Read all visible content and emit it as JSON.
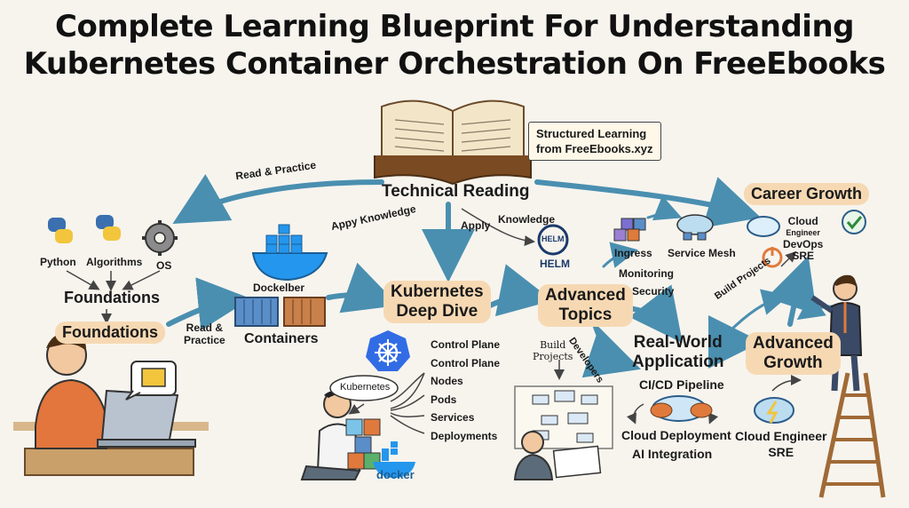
{
  "title": {
    "line1": "Complete Learning Blueprint For Understanding",
    "line2": "Kubernetes Container Orchestration On FreeEbooks"
  },
  "book_note": {
    "line1": "Structured Learning",
    "line2": "from FreeEbooks.xyz"
  },
  "nodes": {
    "technical_reading": "Technical Reading",
    "read_practice_top": "Read & Practice",
    "apply_knowledge": "Appy Knowledge",
    "apply": "Apply",
    "knowledge": "Knowledge",
    "python": "Python",
    "algorithms": "Algorithms",
    "os": "OS",
    "foundations_1": "Foundations",
    "foundations_2": "Foundations",
    "dockelber": "Dockelber",
    "read_practice_mid": {
      "line1": "Read &",
      "line2": "Practice"
    },
    "containers": "Containers",
    "k8s_deep_dive": {
      "line1": "Kubernetes",
      "line2": "Deep Dive"
    },
    "k8s_components": [
      "Control Plane",
      "Control Plane",
      "Nodes",
      "Pods",
      "Services",
      "Deployments"
    ],
    "kubernetes_bubble": "Kubernetes",
    "docker_text": "docker",
    "helm_icon": "HELM",
    "helm_label": "HELM",
    "ingress": "Ingress",
    "service_mesh": "Service Mesh",
    "monitoring": "Monitoring",
    "security": "Security",
    "advanced_topics": {
      "line1": "Advanced",
      "line2": "Topics"
    },
    "build_projects_left": {
      "line1": "Build",
      "line2": "Projects"
    },
    "developers": "Developers",
    "real_world": {
      "line1": "Real-World",
      "line2": "Application"
    },
    "cicd": "CI/CD Pipeline",
    "cloud_deployment": "Cloud Deployment",
    "ai_integration": "AI Integration",
    "advanced_growth": {
      "line1": "Advanced",
      "line2": "Growth"
    },
    "cloud_engineer_bottom": {
      "line1": "Cloud Engineer",
      "line2": "SRE"
    },
    "career_growth": "Career Growth",
    "career_roles": {
      "line1": "Cloud",
      "line2": "Engineer",
      "line3": "DevOps",
      "line4": "SRE"
    },
    "build_projects_right": "Build Projects"
  },
  "colors": {
    "arrow": "#4a8fb0",
    "highlight": "#f6d9b3",
    "python_blue": "#3a6fb0",
    "python_yellow": "#f2c53d",
    "k8s_blue": "#326ce5",
    "docker_blue": "#2496ed",
    "orange": "#e07a3c"
  }
}
